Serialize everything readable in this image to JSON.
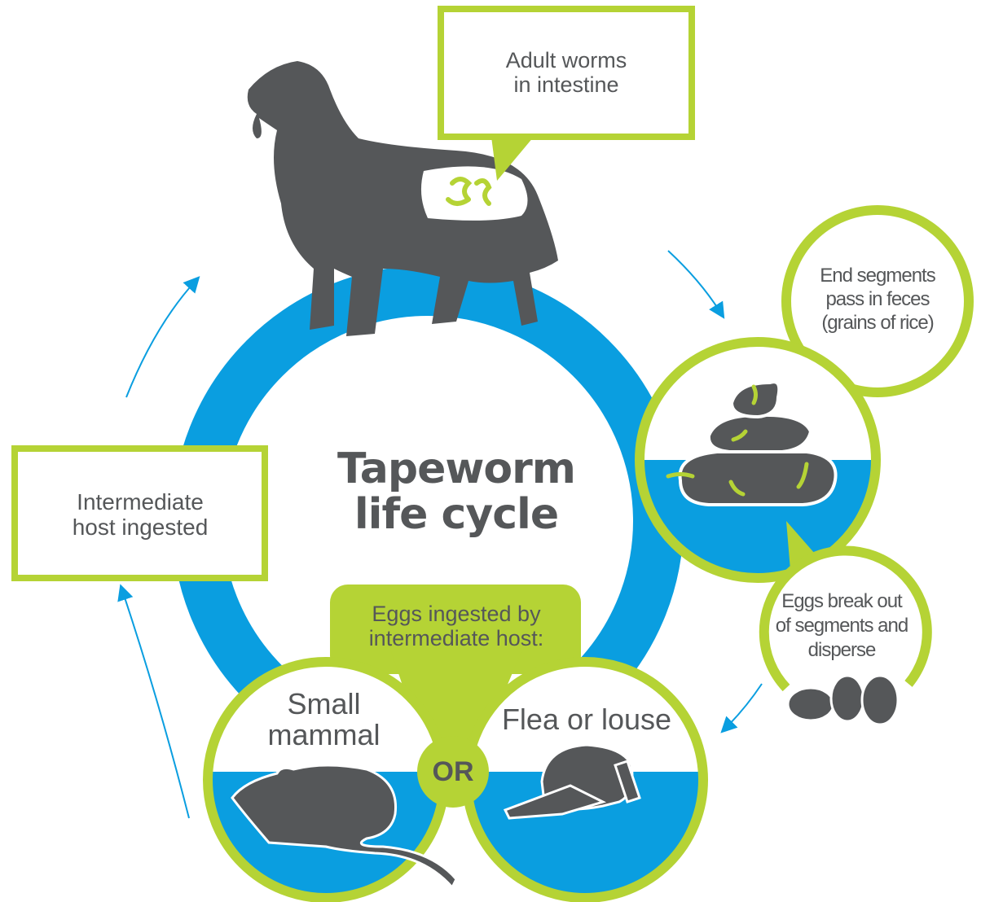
{
  "title": {
    "line1": "Tapeworm",
    "line2": "life cycle"
  },
  "stages": {
    "adult_worms": {
      "line1": "Adult worms",
      "line2": "in intestine"
    },
    "end_segments": {
      "line1": "End segments",
      "line2": "pass in feces",
      "line3": "(grains of rice)"
    },
    "eggs_break": {
      "line1": "Eggs break out",
      "line2": "of segments and",
      "line3": "disperse"
    },
    "eggs_ingested": {
      "line1": "Eggs ingested by",
      "line2": "intermediate host:"
    },
    "small_mammal": {
      "line1": "Small",
      "line2": "mammal"
    },
    "or": "OR",
    "flea": "Flea or louse",
    "intermediate_ingested": {
      "line1": "Intermediate",
      "line2": "host ingested"
    }
  },
  "colors": {
    "blue": "#0a9ee0",
    "green": "#b5d335",
    "gray": "#555759"
  }
}
